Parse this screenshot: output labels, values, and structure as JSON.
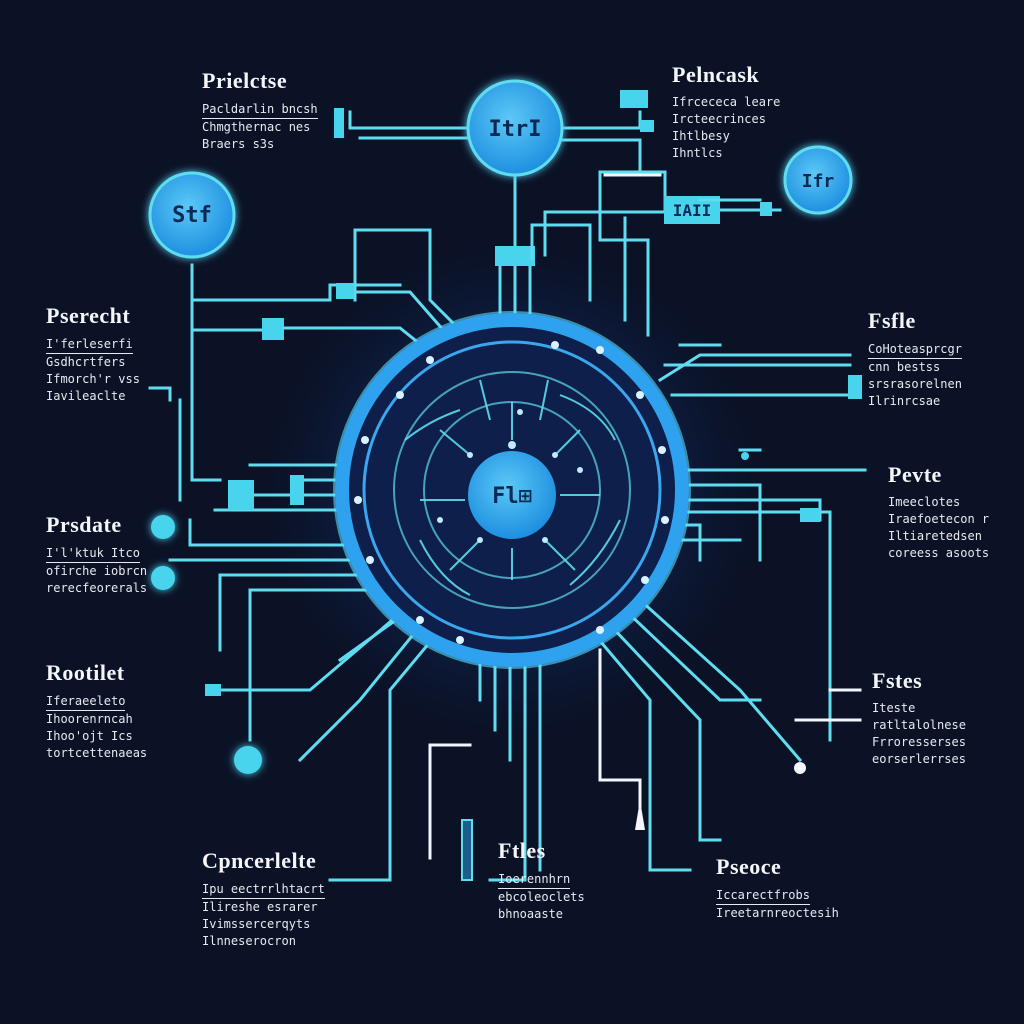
{
  "center_node": {
    "label": "Fl⊞"
  },
  "nodes": [
    {
      "id": "top",
      "label": "ItrI"
    },
    {
      "id": "top-left",
      "label": "Stf"
    },
    {
      "id": "top-right",
      "label": "Ifr"
    }
  ],
  "chip_label": "IAII",
  "labels": [
    {
      "id": "top-left",
      "heading": "Prielctse",
      "lines": [
        "Pacldarlin bncsh",
        "Chmgthernac nes",
        "Braers s3s"
      ]
    },
    {
      "id": "top-right",
      "heading": "Pelncask",
      "lines": [
        "Ifrcececa leare",
        "Ircteecrinces",
        "Ihtlbesy",
        "Ihntlcs"
      ]
    },
    {
      "id": "left-1",
      "heading": "Pserecht",
      "lines": [
        "I'ferleserfi",
        "Gsdhcrtfers",
        "Ifmorch'r vss",
        "Iavileaclte"
      ]
    },
    {
      "id": "right-1",
      "heading": "Fsfle",
      "lines": [
        "CoHoteasprcgr",
        "cnn bestss",
        "srsrasorelnen",
        "Ilrinrcsae"
      ]
    },
    {
      "id": "left-2",
      "heading": "Prsdate",
      "lines": [
        "I'l'ktuk Itco",
        "ofirche iobrcn",
        "rerecfeorerals"
      ]
    },
    {
      "id": "right-2",
      "heading": "Pevte",
      "lines": [
        "Imeeclotes",
        "Iraefoetecon r",
        "Iltiaretedsen",
        "coreess asoots"
      ]
    },
    {
      "id": "left-3",
      "heading": "Rootilet",
      "lines": [
        "Iferaeeleto",
        "Ihoorenrncah",
        "Ihoo'ojt Ics",
        "tortcettenaeas"
      ]
    },
    {
      "id": "right-3",
      "heading": "Fstes",
      "lines": [
        "Iteste",
        "ratltalolnese",
        "Frroresserses",
        "eorserlerrses"
      ]
    },
    {
      "id": "bottom-left",
      "heading": "Cpncerlelte",
      "lines": [
        "Ipu eectrrlhtacrt",
        "Ilireshe esrarer",
        "Ivimssercerqyts",
        "Ilnneserocron"
      ]
    },
    {
      "id": "bottom-mid",
      "heading": "Ftles",
      "lines": [
        "Ioerennhrn",
        "ebcoleoclets",
        "bhnoaaste"
      ]
    },
    {
      "id": "bottom-right",
      "heading": "Pseoce",
      "lines": [
        "Iccarectfrobs",
        "Ireetarnreoctesih"
      ]
    }
  ],
  "colors": {
    "background": "#0b1226",
    "trace": "#5fdcf0",
    "node_fill": "#2fa6e6",
    "hub_ring": "#2ea2ee",
    "text": "#f4f6fb"
  }
}
